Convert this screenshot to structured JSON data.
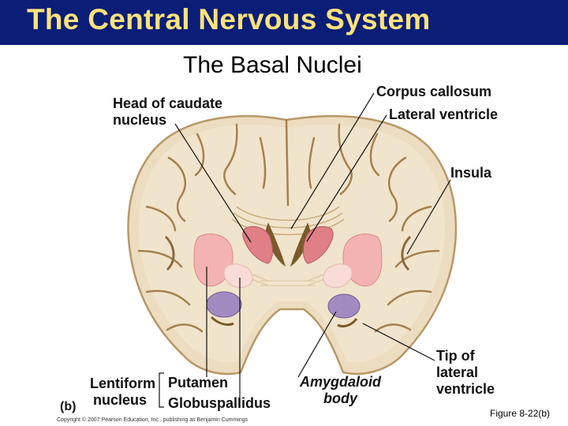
{
  "slide": {
    "title": "The Central Nervous System",
    "subtitle": "The Basal Nuclei",
    "figure_ref": "Figure 8-22(b)",
    "copyright": "Copyright © 2007 Pearson Education, Inc., publishing as Benjamin Cummings"
  },
  "labels": {
    "head_of_caudate_1": "Head of caudate",
    "head_of_caudate_2": "nucleus",
    "corpus_callosum": "Corpus callosum",
    "lateral_ventricle": "Lateral ventricle",
    "insula": "Insula",
    "tip_1": "Tip of",
    "tip_2": "lateral",
    "tip_3": "ventricle",
    "lentiform_1": "Lentiform",
    "lentiform_2": "nucleus",
    "putamen": "Putamen",
    "globuspallidus": "Globuspallidus",
    "amygdaloid_1": "Amygdaloid",
    "amygdaloid_2": "body",
    "panel": "(b)"
  },
  "colors": {
    "header_bg": "#0a1e78",
    "title_text": "#ffe27a",
    "brain_tissue": "#ecdcc0",
    "gyrus_fold": "#d4b483",
    "caudate": "#e07f86",
    "putamen": "#f4b3b3",
    "globus_pallidus": "#f9dcd8",
    "amygdala": "#a28bc0"
  }
}
